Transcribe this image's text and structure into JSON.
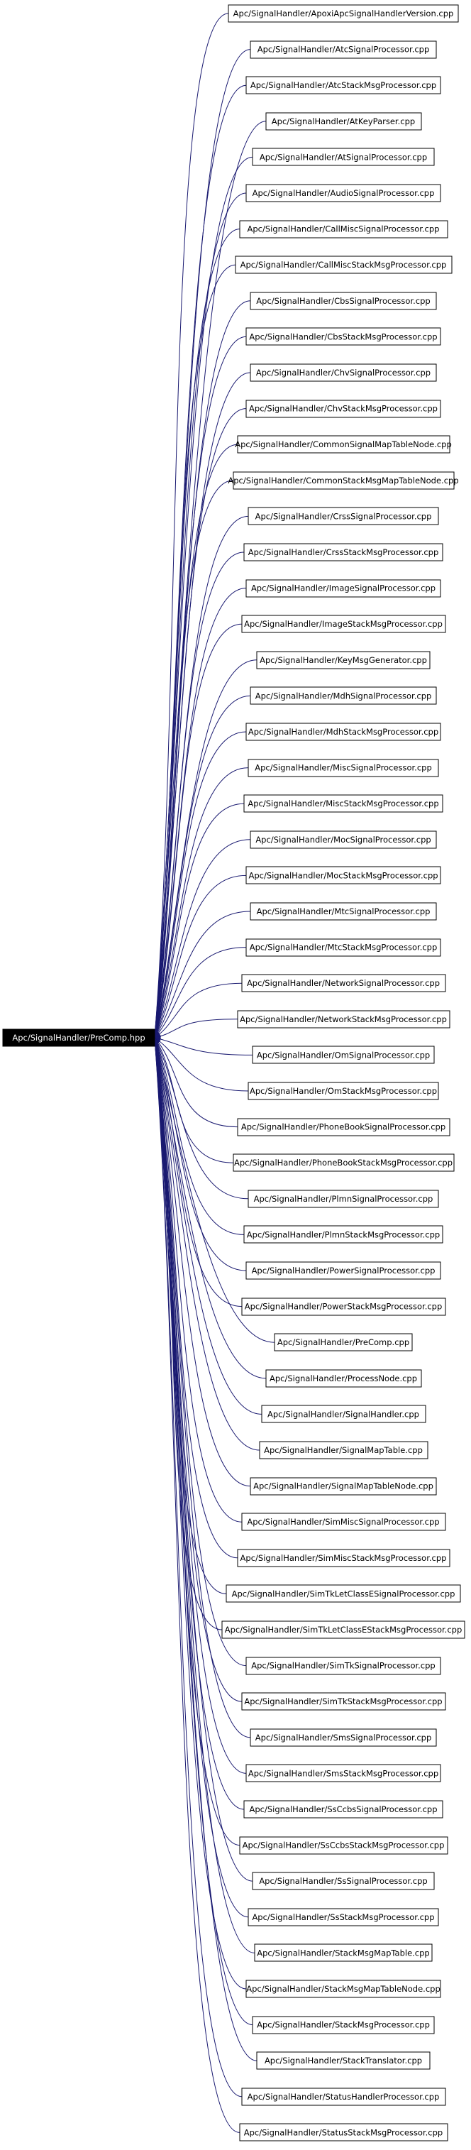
{
  "root": {
    "label": "Apc/SignalHandler/PreComp.hpp"
  },
  "colors": {
    "edge": "#191970",
    "root_fill": "#000000",
    "root_text": "#ffffff",
    "node_border": "#000000"
  },
  "includers": [
    "Apc/SignalHandler/ApoxiApcSignalHandlerVersion.cpp",
    "Apc/SignalHandler/AtcSignalProcessor.cpp",
    "Apc/SignalHandler/AtcStackMsgProcessor.cpp",
    "Apc/SignalHandler/AtKeyParser.cpp",
    "Apc/SignalHandler/AtSignalProcessor.cpp",
    "Apc/SignalHandler/AudioSignalProcessor.cpp",
    "Apc/SignalHandler/CallMiscSignalProcessor.cpp",
    "Apc/SignalHandler/CallMiscStackMsgProcessor.cpp",
    "Apc/SignalHandler/CbsSignalProcessor.cpp",
    "Apc/SignalHandler/CbsStackMsgProcessor.cpp",
    "Apc/SignalHandler/ChvSignalProcessor.cpp",
    "Apc/SignalHandler/ChvStackMsgProcessor.cpp",
    "Apc/SignalHandler/CommonSignalMapTableNode.cpp",
    "Apc/SignalHandler/CommonStackMsgMapTableNode.cpp",
    "Apc/SignalHandler/CrssSignalProcessor.cpp",
    "Apc/SignalHandler/CrssStackMsgProcessor.cpp",
    "Apc/SignalHandler/ImageSignalProcessor.cpp",
    "Apc/SignalHandler/ImageStackMsgProcessor.cpp",
    "Apc/SignalHandler/KeyMsgGenerator.cpp",
    "Apc/SignalHandler/MdhSignalProcessor.cpp",
    "Apc/SignalHandler/MdhStackMsgProcessor.cpp",
    "Apc/SignalHandler/MiscSignalProcessor.cpp",
    "Apc/SignalHandler/MiscStackMsgProcessor.cpp",
    "Apc/SignalHandler/MocSignalProcessor.cpp",
    "Apc/SignalHandler/MocStackMsgProcessor.cpp",
    "Apc/SignalHandler/MtcSignalProcessor.cpp",
    "Apc/SignalHandler/MtcStackMsgProcessor.cpp",
    "Apc/SignalHandler/NetworkSignalProcessor.cpp",
    "Apc/SignalHandler/NetworkStackMsgProcessor.cpp",
    "Apc/SignalHandler/OmSignalProcessor.cpp",
    "Apc/SignalHandler/OmStackMsgProcessor.cpp",
    "Apc/SignalHandler/PhoneBookSignalProcessor.cpp",
    "Apc/SignalHandler/PhoneBookStackMsgProcessor.cpp",
    "Apc/SignalHandler/PlmnSignalProcessor.cpp",
    "Apc/SignalHandler/PlmnStackMsgProcessor.cpp",
    "Apc/SignalHandler/PowerSignalProcessor.cpp",
    "Apc/SignalHandler/PowerStackMsgProcessor.cpp",
    "Apc/SignalHandler/PreComp.cpp",
    "Apc/SignalHandler/ProcessNode.cpp",
    "Apc/SignalHandler/SignalHandler.cpp",
    "Apc/SignalHandler/SignalMapTable.cpp",
    "Apc/SignalHandler/SignalMapTableNode.cpp",
    "Apc/SignalHandler/SimMiscSignalProcessor.cpp",
    "Apc/SignalHandler/SimMiscStackMsgProcessor.cpp",
    "Apc/SignalHandler/SimTkLetClassESignalProcessor.cpp",
    "Apc/SignalHandler/SimTkLetClassEStackMsgProcessor.cpp",
    "Apc/SignalHandler/SimTkSignalProcessor.cpp",
    "Apc/SignalHandler/SimTkStackMsgProcessor.cpp",
    "Apc/SignalHandler/SmsSignalProcessor.cpp",
    "Apc/SignalHandler/SmsStackMsgProcessor.cpp",
    "Apc/SignalHandler/SsCcbsSignalProcessor.cpp",
    "Apc/SignalHandler/SsCcbsStackMsgProcessor.cpp",
    "Apc/SignalHandler/SsSignalProcessor.cpp",
    "Apc/SignalHandler/SsStackMsgProcessor.cpp",
    "Apc/SignalHandler/StackMsgMapTable.cpp",
    "Apc/SignalHandler/StackMsgMapTableNode.cpp",
    "Apc/SignalHandler/StackMsgProcessor.cpp",
    "Apc/SignalHandler/StackTranslator.cpp",
    "Apc/SignalHandler/StatusHandlerProcessor.cpp",
    "Apc/SignalHandler/StatusStackMsgProcessor.cpp"
  ]
}
